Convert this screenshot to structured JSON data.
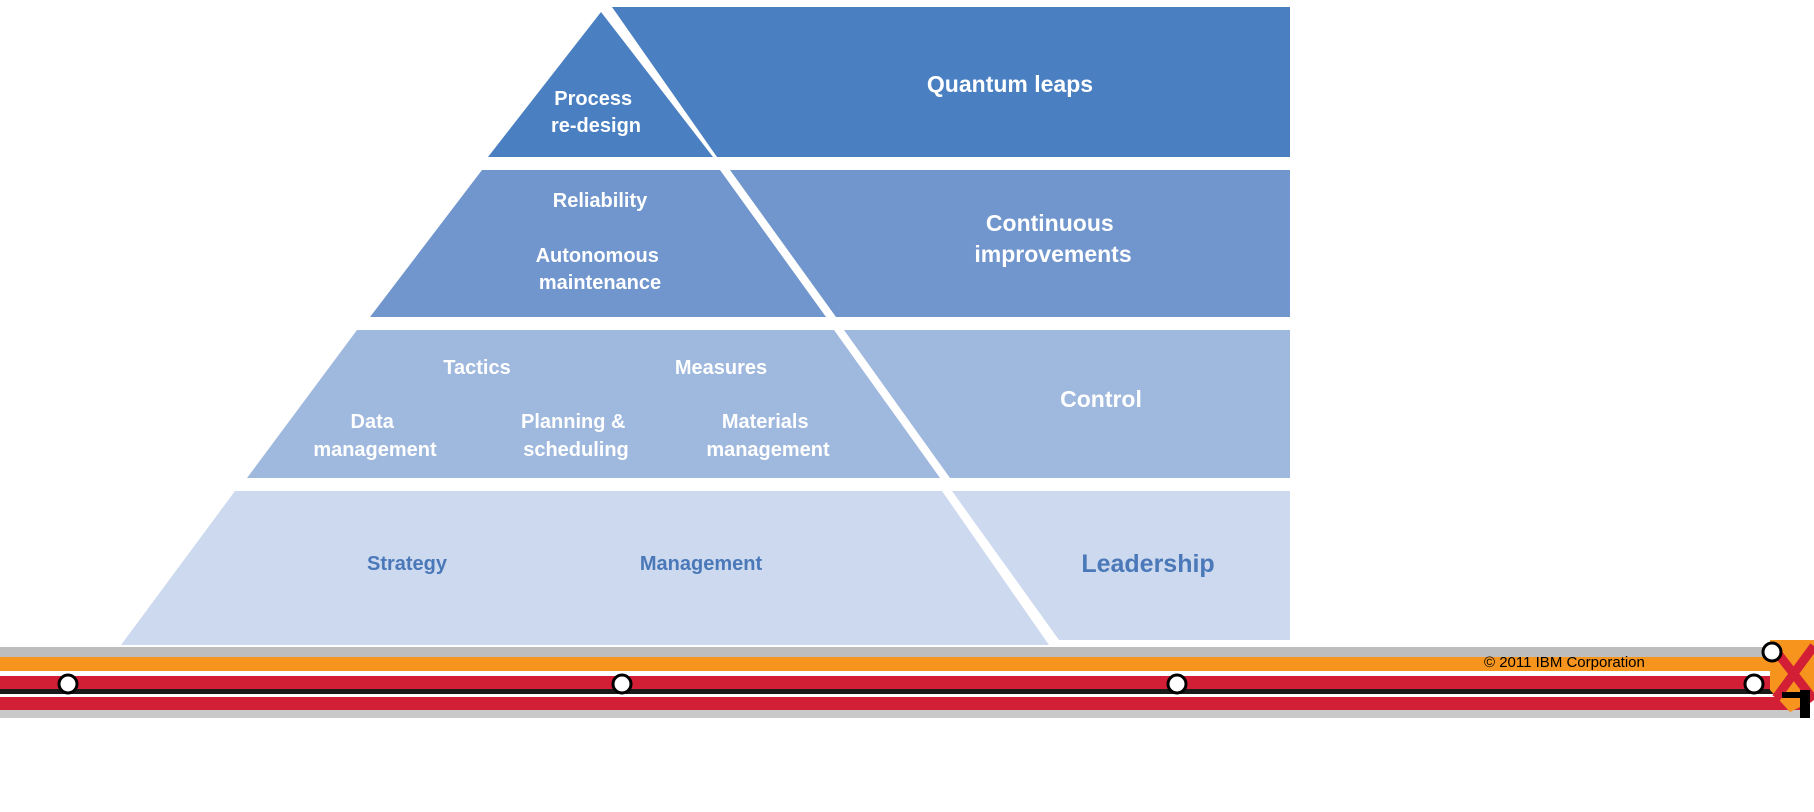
{
  "pyramid": {
    "tier1": {
      "lines": [
        "Process",
        "re-design"
      ]
    },
    "tier2": {
      "reliability": "Reliability",
      "autonomous": [
        "Autonomous",
        "maintenance"
      ]
    },
    "tier3": {
      "tactics": "Tactics",
      "measures": "Measures",
      "data": [
        "Data",
        "management"
      ],
      "planning": [
        "Planning &",
        "scheduling"
      ],
      "materials": [
        "Materials",
        "management"
      ]
    },
    "tier4": {
      "strategy": "Strategy",
      "management": "Management"
    }
  },
  "levels": {
    "quantum": "Quantum leaps",
    "continuous": [
      "Continuous",
      "improvements"
    ],
    "control": "Control",
    "leadership": "Leadership"
  },
  "footer": {
    "copyright": "© 2011 IBM Corporation"
  },
  "colors": {
    "tier1": "#4a7fc1",
    "tier2": "#7096cd",
    "tier3": "#9fb8de",
    "tier4": "#ccd9ee",
    "text_dark": "#4a78b8",
    "stripe_orange": "#f7941d",
    "stripe_red": "#d31f35"
  }
}
